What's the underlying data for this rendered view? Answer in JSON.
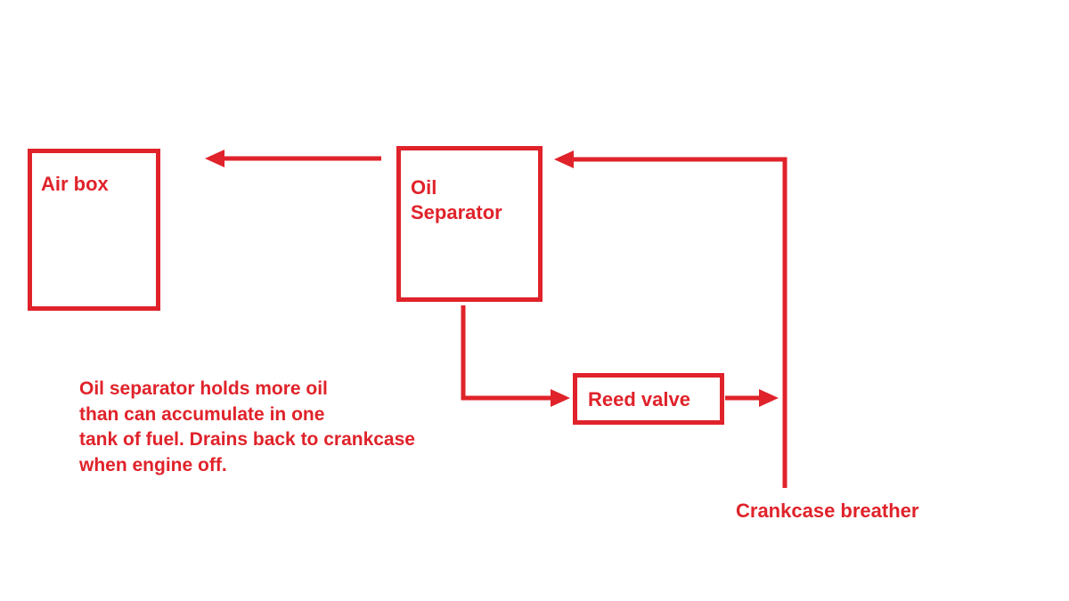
{
  "diagram": {
    "colors": {
      "stroke": "#e0222a",
      "text": "#e0222a",
      "background": "#ffffff"
    },
    "nodes": {
      "air_box": {
        "label": "Air box"
      },
      "oil_separator": {
        "label_line1": "Oil",
        "label_line2": "Separator"
      },
      "reed_valve": {
        "label": "Reed valve"
      }
    },
    "labels": {
      "crankcase_breather": "Crankcase breather"
    },
    "note": {
      "lines": [
        "Oil separator holds more oil",
        "than can accumulate in one",
        "tank of fuel. Drains back to crankcase",
        "when engine off."
      ]
    },
    "connections": [
      {
        "from": "oil_separator",
        "to": "air_box"
      },
      {
        "from": "crankcase_breather",
        "to": "oil_separator"
      },
      {
        "from": "oil_separator",
        "to": "reed_valve"
      },
      {
        "from": "reed_valve",
        "to": "crankcase_breather"
      }
    ]
  }
}
